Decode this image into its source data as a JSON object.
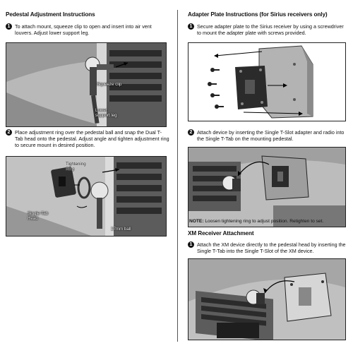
{
  "left": {
    "title": "Pedestal Adjustment Instructions",
    "step1": {
      "number": "1",
      "text": "To attach mount, squeeze clip to open and insert into air vent louvers. Adjust lower support leg."
    },
    "photo1": {
      "label_clip": "Squeeze clip",
      "label_leg_line1": "Lower",
      "label_leg_line2": "support leg"
    },
    "step2": {
      "number": "2",
      "text": "Place adjustment ring over the pedestal ball and snap the Dual T-Tab head onto the pedestal. Adjust angle and tighten adjustment ring to secure mount in desired position."
    },
    "photo2": {
      "label_ring_line1": "Tightening",
      "label_ring_line2": "Ring",
      "label_head_line1": "Single-Tab",
      "label_head_line2": "Head",
      "label_ball": "17mm ball"
    }
  },
  "right": {
    "title": "Adapter Plate Instructions (for Sirius receivers only)",
    "step1": {
      "number": "1",
      "text": "Secure adapter plate to the Sirius receiver by using a screwdriver to mount the adapter plate with screws provided."
    },
    "step2": {
      "number": "2",
      "text": "Attach device by inserting the Single T-Slot adapter and radio into the Single T-Tab on the mounting pedestal."
    },
    "note": {
      "prefix": "NOTE:",
      "text": " Loosen tightening ring to adjust position. Retighten to set."
    },
    "xm": {
      "title": "XM Receiver Attachment",
      "step1": {
        "number": "1",
        "text": "Attach the XM device directly to the pedestal head by inserting the Single T-Tab into the Single T-Slot of the XM device."
      }
    }
  }
}
